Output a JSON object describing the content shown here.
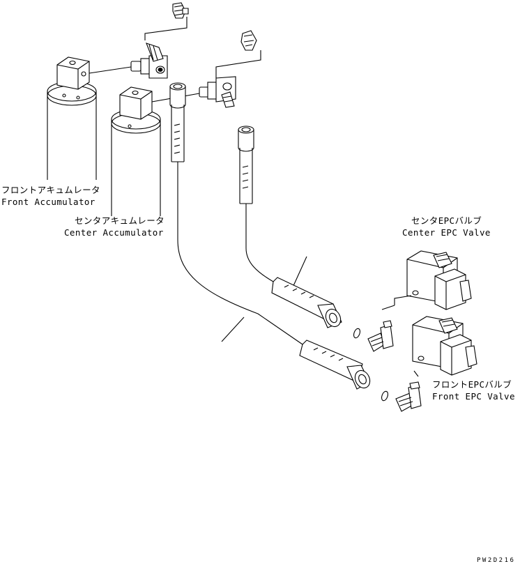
{
  "labels": {
    "front_accumulator_jp": "フロントアキュムレータ",
    "front_accumulator_en": "Front Accumulator",
    "center_accumulator_jp": "センタアキュムレータ",
    "center_accumulator_en": "Center Accumulator",
    "center_epc_valve_jp": "センタEPCバルブ",
    "center_epc_valve_en": "Center EPC Valve",
    "front_epc_valve_jp": "フロントEPCバルブ",
    "front_epc_valve_en": "Front EPC Valve"
  },
  "drawing_code": "PW2D216"
}
